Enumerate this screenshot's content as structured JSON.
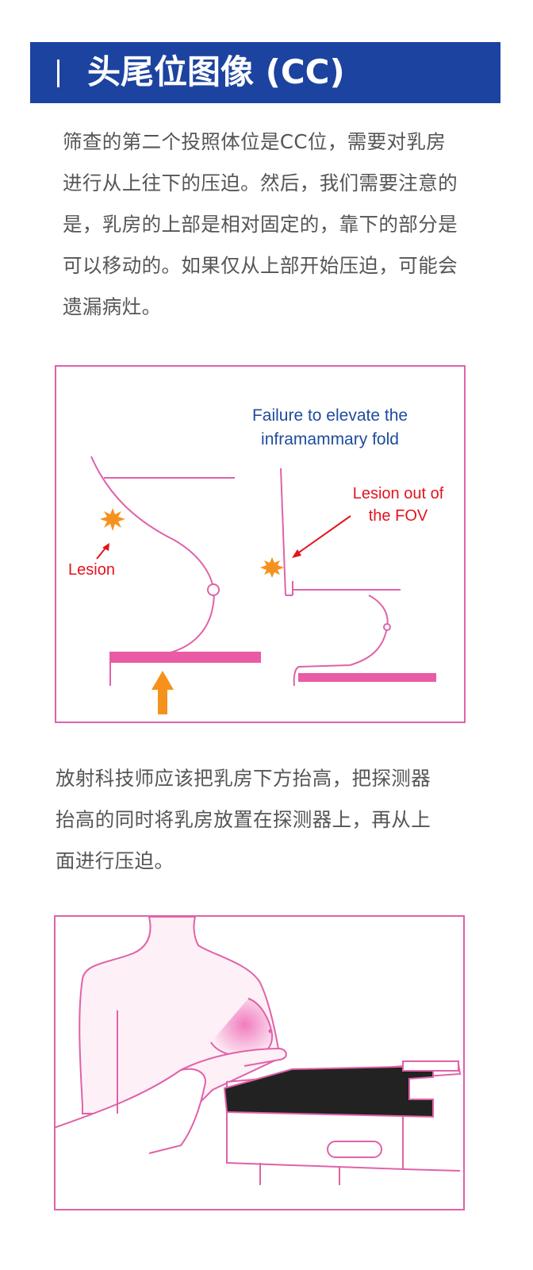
{
  "header": {
    "title": "头尾位图像 (CC)"
  },
  "intro": {
    "lines": [
      "筛查的第二个投照体位是CC位，需要对乳房",
      "进行从上往下的压迫。然后，我们需要注意的",
      "是，乳房的上部是相对固定的，靠下的部分是",
      "可以移动的。如果仅从上部开始压迫，可能会",
      "遗漏病灶。"
    ]
  },
  "figure1": {
    "failure_line1": "Failure to elevate the",
    "failure_line2": "inframammary fold",
    "lesion_out_line1": "Lesion out of",
    "lesion_out_line2": "the FOV",
    "lesion_label": "Lesion",
    "colors": {
      "frame": "#e062a8",
      "paddle": "#e95ba4",
      "arrow": "#f5921e",
      "lesion": "#f5921e",
      "blue_text": "#1e4c9c",
      "red_text": "#e2141f"
    }
  },
  "technique": {
    "lines": [
      "放射科技师应该把乳房下方抬高，把探测器",
      "抬高的同时将乳房放置在探测器上，再从上",
      "面进行压迫。"
    ]
  },
  "figure2": {
    "colors": {
      "frame": "#e062a8",
      "detector": "#222222",
      "skin_fill": "#fdf0f6"
    }
  }
}
